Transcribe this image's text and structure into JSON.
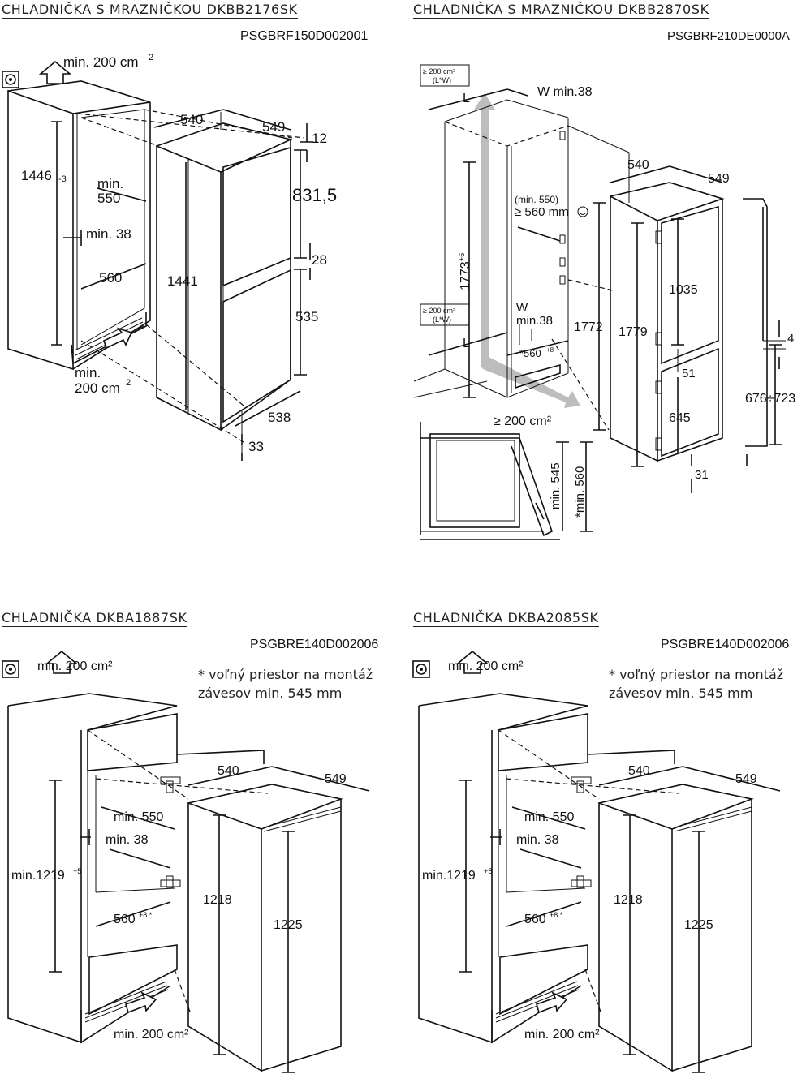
{
  "panels": [
    {
      "title": "CHLADNIČKA S MRAZNIČKOU DKBB2176SK",
      "code": "PSGBRF150D002001",
      "labels": {
        "top_vent": "min. 200 cm",
        "top_vent_sup": "2",
        "niche_h": "1446",
        "niche_h_tol": "-3",
        "min": "min.",
        "depth_550": "550",
        "min38": "min. 38",
        "w560": "560",
        "bottom_vent_1": "min.",
        "bottom_vent_2": "200 cm",
        "bottom_vent_sup": "2",
        "d540": "540",
        "d549": "549",
        "d12": "12",
        "d831": "831,5",
        "d28": "28",
        "d535": "535",
        "h1441": "1441",
        "d538": "538",
        "d33": "33"
      }
    },
    {
      "title": "CHLADNIČKA S MRAZNIČKOU DKBB2870SK",
      "code": "PSGBRF210DE0000A",
      "labels": {
        "vent_top_1": "≥ 200 cm²",
        "vent_top_2": "(L*W)",
        "L_top": "L",
        "W_top": "W min.38",
        "d540": "540",
        "d549": "549",
        "min550": "(min. 550)",
        "ge560": "≥ 560 mm",
        "h1773": "1773",
        "h1773_sup": "+6",
        "vent_bot_1": "≥ 200 cm²",
        "vent_bot_2": "(L*W)",
        "W_bot": "W",
        "W_bot_2": "min.38",
        "L_bot": "L",
        "w560": "*560",
        "w560_sup": "+8",
        "h1772": "1772",
        "h1779": "1779",
        "h1035": "1035",
        "d51": "51",
        "d645": "645",
        "d4": "4",
        "range": "676÷723",
        "d31": "31",
        "vent_floor": "≥ 200 cm²",
        "min545": "min. 545",
        "min560": "*min. 560"
      }
    },
    {
      "title": "CHLADNIČKA DKBA1887SK",
      "code": "PSGBRE140D002006",
      "note_line1": "* voľný priestor na montáž",
      "note_line2": "závesov min. 545 mm",
      "labels": {
        "top_vent": "min. 200 cm²",
        "d540": "540",
        "d549": "549",
        "min550": "min. 550",
        "min38": "min. 38",
        "niche_h": "min.1219",
        "niche_h_sup": "+5",
        "w560": "560",
        "w560_sup": "+8 *",
        "h1218": "1218",
        "h1225": "1225",
        "bottom_vent": "min. 200 cm²"
      }
    },
    {
      "title": "CHLADNIČKA DKBA2085SK",
      "code": "PSGBRE140D002006",
      "note_line1": "* voľný priestor na montáž",
      "note_line2": "závesov min. 545 mm",
      "labels": {
        "top_vent": "min. 200 cm²",
        "d540": "540",
        "d549": "549",
        "min550": "min. 550",
        "min38": "min. 38",
        "niche_h": "min.1219",
        "niche_h_sup": "+5",
        "w560": "560",
        "w560_sup": "+8 *",
        "h1218": "1218",
        "h1225": "1225",
        "bottom_vent": "min. 200 cm²"
      }
    }
  ]
}
